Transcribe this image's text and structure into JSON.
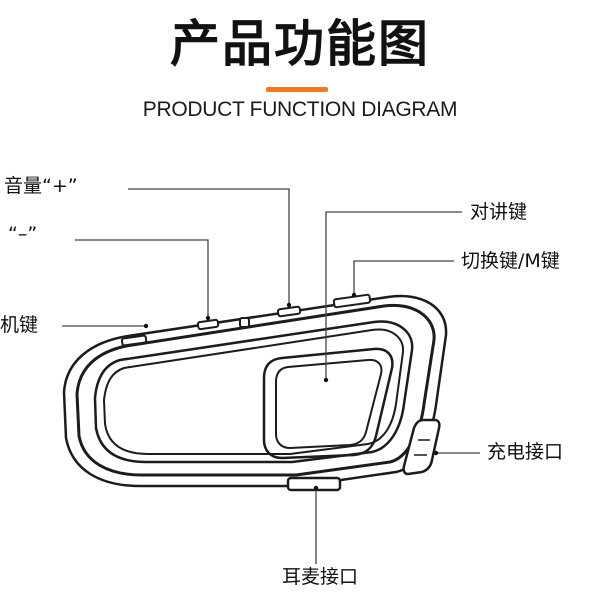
{
  "title": "产品功能图",
  "subtitle": "PRODUCT FUNCTION DIAGRAM",
  "colors": {
    "accent": "#f07a1d",
    "line": "#444444",
    "device_stroke": "#1c1c1c"
  },
  "labels": {
    "volume_up": "音量“+”",
    "volume_down": "“–”",
    "power": "机键",
    "intercom": "对讲键",
    "switch_mode": "切换键/M键",
    "charging_port": "充电接口",
    "earphone_port": "耳麦接口"
  }
}
